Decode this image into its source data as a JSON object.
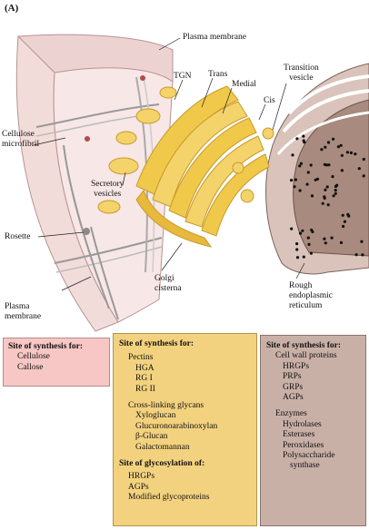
{
  "panel_letter": "(A)",
  "labels": {
    "plasma_membrane_top": "Plasma membrane",
    "tgn": "TGN",
    "trans": "Trans",
    "medial": "Medial",
    "cis": "Cis",
    "transition_vesicle": [
      "Transition",
      "vesicle"
    ],
    "cellulose_microfibril": [
      "Cellulose",
      "microfibril"
    ],
    "secretory_vesicles": [
      "Secretory",
      "vesicles"
    ],
    "rosette": "Rosette",
    "plasma_membrane_bottom": [
      "Plasma",
      "membrane"
    ],
    "golgi_cisterna": [
      "Golgi",
      "cisterna"
    ],
    "rough_er": [
      "Rough",
      "endoplasmic",
      "reticulum"
    ]
  },
  "box_left": {
    "heading": "Site of synthesis for:",
    "items": [
      "Cellulose",
      "Callose"
    ]
  },
  "box_mid": {
    "heading": "Site of synthesis for:",
    "pectins": "Pectins",
    "pectin_items": [
      "HGA",
      "RG I",
      "RG II"
    ],
    "crosslinking": "Cross-linking glycans",
    "crosslinking_items": [
      "Xyloglucan",
      "Glucuronoarabinoxylan",
      "β-Glucan",
      "Galactomannan"
    ],
    "heading2": "Site of glycosylation of:",
    "glyco_items": [
      "HRGPs",
      "AGPs",
      "Modified glycoproteins"
    ]
  },
  "box_right": {
    "heading": "Site of synthesis for:",
    "cwp": "Cell wall proteins",
    "cwp_items": [
      "HRGPs",
      "PRPs",
      "GRPs",
      "AGPs"
    ],
    "enzymes": "Enzymes",
    "enzyme_items": [
      "Hydrolases",
      "Esterases",
      "Peroxidases",
      "Polysaccharide",
      "synthase"
    ]
  },
  "colors": {
    "wall": "#f2dcda",
    "wall_edge": "#b79391",
    "golgi": "#f0c94a",
    "golgi_dark": "#c9992a",
    "er": "#a88a7e",
    "er_dark": "#6e5248",
    "ribosome": "#111111",
    "box_left": "#f6c7c4",
    "box_mid": "#f3d27f",
    "box_right": "#c9b0a7"
  }
}
